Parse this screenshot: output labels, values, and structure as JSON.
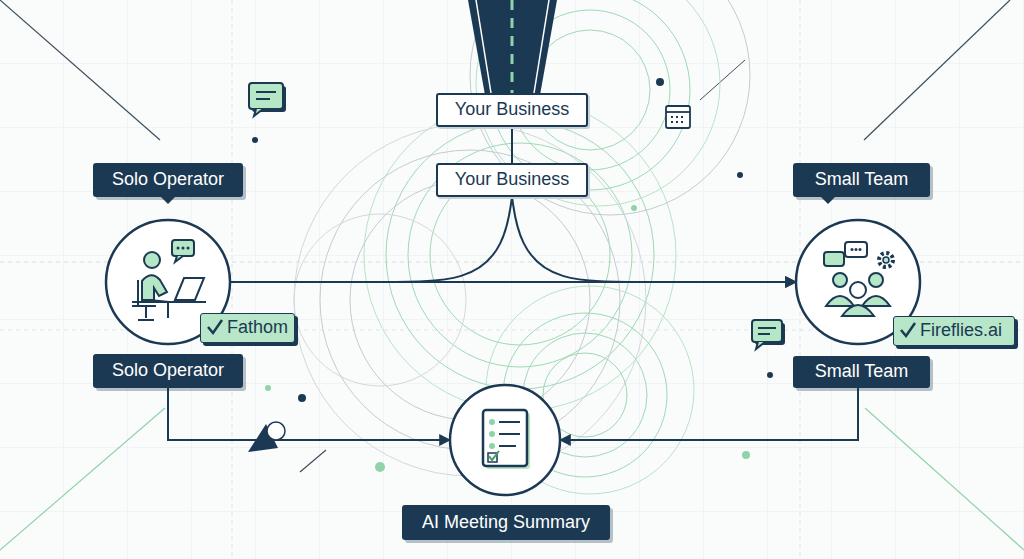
{
  "diagram": {
    "nodes": [
      {
        "text": [
          "Your Business"
        ]
      },
      {
        "text": [
          "Your Business"
        ]
      },
      {
        "text": [
          "Solo Operator",
          "Solo Operator"
        ]
      },
      {
        "text": [
          "Fathom"
        ]
      },
      {
        "text": [
          "Small Team",
          "Small Team"
        ]
      },
      {
        "text": [
          "Fireflies.ai"
        ]
      },
      {
        "text": [
          "AI Meeting Summary"
        ]
      }
    ],
    "edges": [
      {
        "from": 0,
        "to": 1,
        "arrow": "none"
      },
      {
        "from": 1,
        "to": 2,
        "arrow": "none"
      },
      {
        "from": 1,
        "to": 4,
        "arrow": "to"
      },
      {
        "from": 2,
        "to": 4,
        "arrow": "to"
      },
      {
        "from": 2,
        "to": 6,
        "arrow": "to"
      },
      {
        "from": 4,
        "to": 6,
        "arrow": "to"
      }
    ]
  }
}
